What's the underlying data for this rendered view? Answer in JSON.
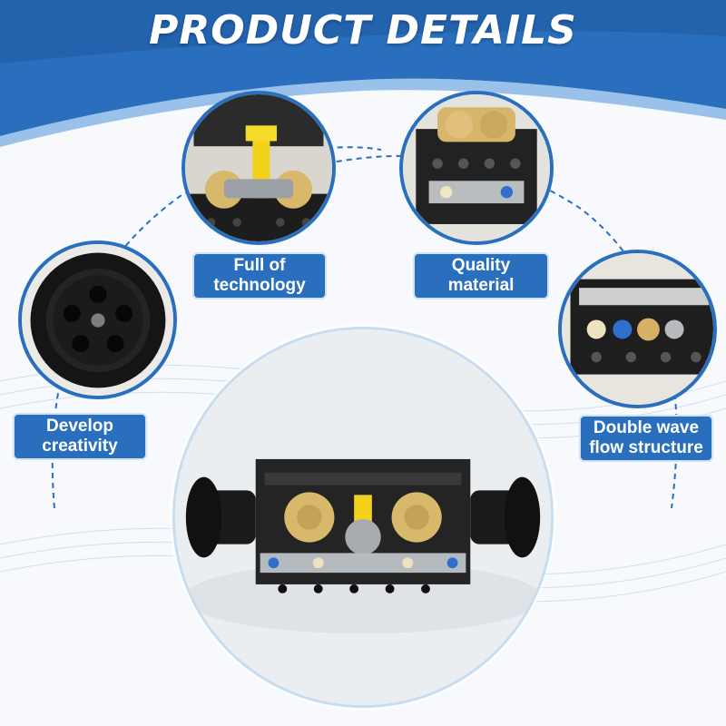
{
  "header": {
    "title": "PRODUCT DETAILS"
  },
  "colors": {
    "brand_blue": "#2a6fbd",
    "accent_dark": "#1f5aa0",
    "background": "#f7f9fc"
  },
  "features": [
    {
      "line1": "Full of",
      "line2": "technology"
    },
    {
      "line1": "Quality",
      "line2": "material"
    },
    {
      "line1": "Develop",
      "line2": "creativity"
    },
    {
      "line1": "Double wave",
      "line2": "flow structure"
    }
  ]
}
